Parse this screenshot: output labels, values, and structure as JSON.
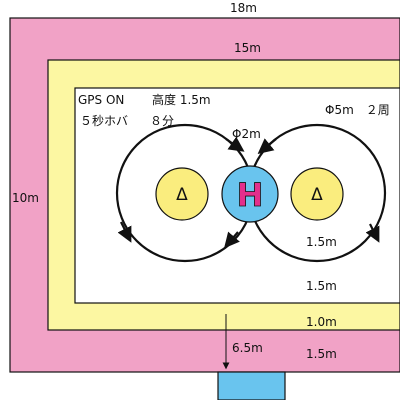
{
  "diagram": {
    "outer_width_label": "18m",
    "outer_height_label": "10m",
    "inner_width_label": "15m",
    "gps_label": "GPS ON",
    "altitude_label": "高度 1.5m",
    "hover_label": "５秒ホバ",
    "duration_label": "８分",
    "circle_spec_label": "Φ5m　２周",
    "helipad_diameter_label": "Φ2m",
    "helipad_letter": "H",
    "pylon_symbol": "Δ",
    "margin_label_1": "1.5m",
    "margin_label_2": "1.5m",
    "yellow_margin_label": "1.0m",
    "pink_margin_label": "1.5m",
    "offset_label": "6.5m"
  },
  "colors": {
    "pink_zone": "#f1a2c6",
    "yellow_zone": "#fcf7a2",
    "inner_field": "#ffffff",
    "pylon_fill": "#faed7e",
    "helipad_fill": "#69c4ee",
    "helipad_letter": "#e32f8c",
    "entry_box": "#69c4ee",
    "stroke": "#111111"
  }
}
